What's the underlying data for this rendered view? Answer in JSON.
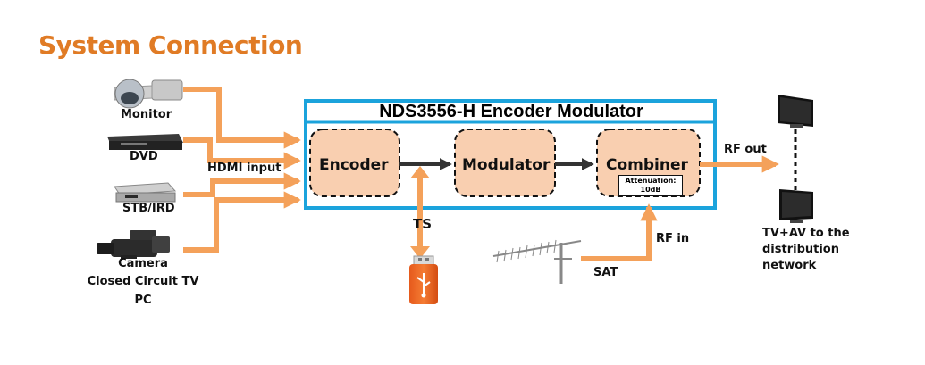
{
  "title": "System Connection",
  "device_title": "NDS3556-H Encoder Modulator",
  "blocks": {
    "encoder": "Encoder",
    "modulator": "Modulator",
    "combiner": "Combiner",
    "attenuation_line1": "Attenuation:",
    "attenuation_line2": "10dB"
  },
  "sources": {
    "monitor": "Monitor",
    "dvd": "DVD",
    "stb": "STB/IRD",
    "camera": "Camera",
    "cctv": "Closed Circuit TV",
    "pc": "PC"
  },
  "labels": {
    "hdmi_input": "HDMI input",
    "ts": "TS",
    "rf_out": "RF out",
    "rf_in": "RF in",
    "sat": "SAT",
    "output_line1": "TV+AV to the",
    "output_line2": "distribution",
    "output_line3": "network"
  },
  "colors": {
    "accent_orange": "#e07b25",
    "arrow_orange": "#f4a15a",
    "block_fill": "#f9cfb0",
    "frame_blue": "#1ba3dc"
  },
  "icons": [
    "ptz-camera-icon",
    "dvd-player-icon",
    "set-top-box-icon",
    "camcorder-icon",
    "usb-drive-icon",
    "yagi-antenna-icon",
    "tv-icon"
  ]
}
